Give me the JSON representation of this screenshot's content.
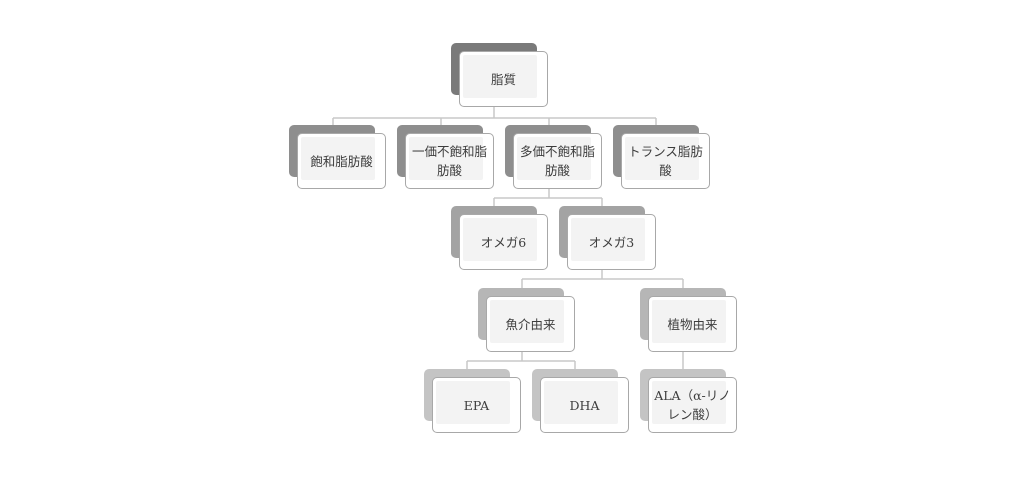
{
  "colors": {
    "line": "#c8c8c8",
    "border": "#a8a8a8",
    "shadow_l0": "#7a7a7a",
    "shadow_l1": "#8e8e8e",
    "shadow_l2": "#a3a3a3",
    "shadow_l3": "#b6b6b6",
    "shadow_l4": "#c4c4c4"
  },
  "nodes": {
    "root": "脂質",
    "saturated": "飽和脂肪酸",
    "mono": "一価不飽和脂肪酸",
    "poly": "多価不飽和脂肪酸",
    "trans": "トランス脂肪酸",
    "omega6": "オメガ6",
    "omega3": "オメガ3",
    "seafood": "魚介由来",
    "plant": "植物由来",
    "epa": "EPA",
    "dha": "DHA",
    "ala": "ALA（α-リノレン酸）"
  }
}
